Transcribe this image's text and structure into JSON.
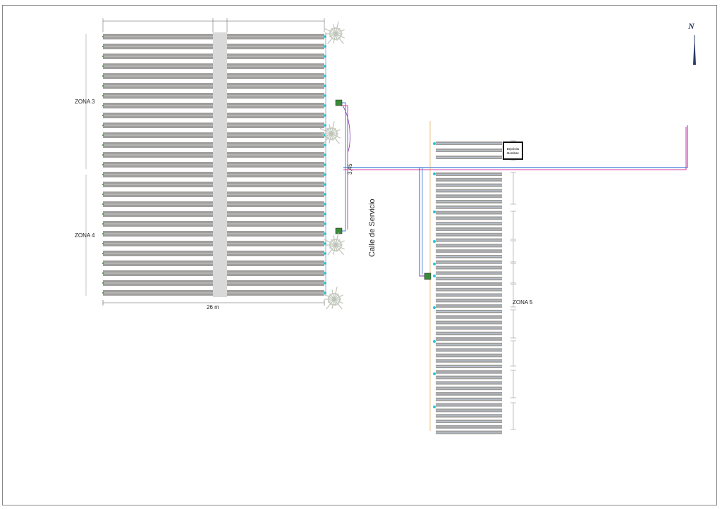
{
  "labels": {
    "zone3": "ZONA 3",
    "zone4": "ZONA 4",
    "zone5": "ZONA 5",
    "width": "26 m",
    "road": "Calle de Servicio",
    "distance": "3,45",
    "depot_line1": "Depósito",
    "depot_line2": "Bombas",
    "north": "N"
  },
  "colors": {
    "bed": "#a09f9d",
    "bed_light": "#c8c8c8",
    "emitter": "#22c9d8",
    "pipe_blue": "#3f7fd6",
    "pipe_magenta": "#d83aa6",
    "pipe_purple": "#7b3db0",
    "guide_orange": "#e79a3a",
    "valve_green": "#3a8a3a",
    "north": "#2a3a6a"
  },
  "icons": [
    "tree-icon",
    "north-arrow-icon",
    "valve-icon"
  ]
}
